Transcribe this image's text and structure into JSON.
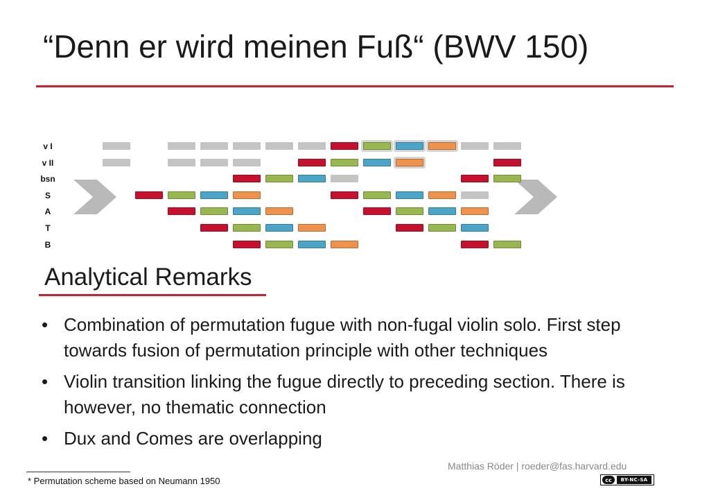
{
  "title": "“Denn er wird meinen Fuß“ (BWV 150)",
  "diagram": {
    "voices": [
      "v I",
      "v II",
      "bsn",
      "S",
      "A",
      "T",
      "B"
    ],
    "colors": {
      "gray": "#c4c4c4",
      "red": "#c8102e",
      "green": "#96b84e",
      "blue": "#4aa6c8",
      "orange": "#f0924a"
    },
    "rows": [
      [
        "gray",
        "",
        "gray",
        "gray",
        "gray",
        "gray",
        "gray",
        "red",
        "green",
        "blue",
        "orange",
        "gray",
        "gray"
      ],
      [
        "gray",
        "",
        "gray",
        "gray",
        "gray",
        "",
        "red",
        "green",
        "blue",
        "orange",
        "",
        "",
        "red"
      ],
      [
        "",
        "",
        "",
        "",
        "red",
        "green",
        "blue",
        "gray",
        "",
        "",
        "",
        "red",
        "green"
      ],
      [
        "",
        "red",
        "green",
        "blue",
        "orange",
        "",
        "",
        "red",
        "green",
        "blue",
        "orange",
        "gray",
        ""
      ],
      [
        "",
        "",
        "red",
        "green",
        "blue",
        "orange",
        "",
        "",
        "red",
        "green",
        "blue",
        "orange",
        ""
      ],
      [
        "",
        "",
        "",
        "red",
        "green",
        "blue",
        "orange",
        "",
        "",
        "red",
        "green",
        "blue",
        ""
      ],
      [
        "",
        "",
        "",
        "",
        "red",
        "green",
        "blue",
        "orange",
        "",
        "",
        "",
        "red",
        "green"
      ]
    ],
    "highlighted": [
      "0-8",
      "0-9",
      "0-10",
      "1-9",
      "1-10"
    ]
  },
  "section_title": "Analytical Remarks",
  "bullets": [
    "Combination of permutation fugue with non-fugal violin solo. First step towards fusion of permutation principle with other techniques",
    "Violin transition linking the fugue directly to preceding section. There is however, no thematic connection",
    "Dux and Comes are overlapping"
  ],
  "bullet_symbol": "•",
  "footnote": "* Permutation scheme based on Neumann 1950",
  "author": "Matthias Röder | roeder@fas.harvard.edu",
  "license": {
    "icon": "cc-icon",
    "cc": "cc",
    "terms": "BY-NC-SA"
  }
}
